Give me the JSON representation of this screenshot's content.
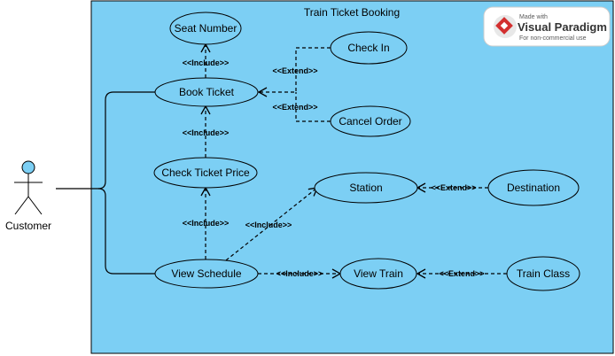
{
  "system": {
    "title": "Train Ticket Booking"
  },
  "actor": {
    "name": "Customer"
  },
  "use_cases": {
    "seat_number": "Seat Number",
    "book_ticket": "Book Ticket",
    "check_in": "Check In",
    "cancel_order": "Cancel Order",
    "check_ticket_price": "Check Ticket Price",
    "station": "Station",
    "destination": "Destination",
    "view_schedule": "View Schedule",
    "view_train": "View Train",
    "train_class": "Train Class"
  },
  "relations": {
    "include_seat": "<<Include>>",
    "extend_checkin": "<<Extend>>",
    "extend_cancel": "<<Extend>>",
    "include_price": "<<Include>>",
    "include_schedule_price": "<<Include>>",
    "include_station": "<<Include>>",
    "extend_destination": "<<Extend>>",
    "include_view_train": "<<Include>>",
    "extend_train_class": "<<Extend>>"
  },
  "watermark": {
    "made_with": "Made with",
    "brand": "Visual Paradigm",
    "note": "For non-commercial use"
  },
  "colors": {
    "system_fill": "#7ccff4",
    "usecase_fill": "#7ccff4",
    "actor_head": "#7ccff4",
    "stroke": "#000000"
  }
}
